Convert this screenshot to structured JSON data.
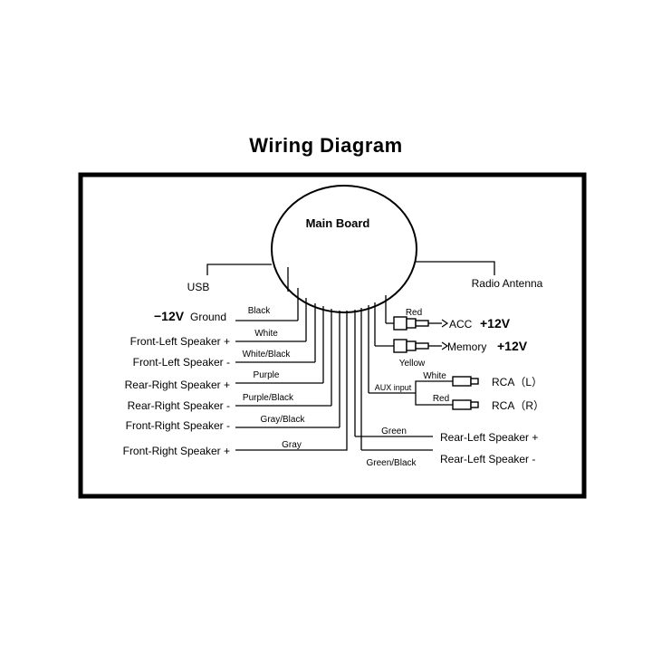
{
  "title": "Wiring Diagram",
  "main_board": "Main Board",
  "usb": "USB",
  "radio_antenna": "Radio Antenna",
  "ground": {
    "voltage": "−12V",
    "label": "Ground",
    "wire": "Black"
  },
  "left_wires": [
    {
      "label": "Front-Left Speaker +",
      "wire": "White"
    },
    {
      "label": "Front-Left Speaker  -",
      "wire": "White/Black"
    },
    {
      "label": "Rear-Right Speaker +",
      "wire": "Purple"
    },
    {
      "label": "Rear-Right Speaker  -",
      "wire": "Purple/Black"
    },
    {
      "label": "Front-Right Speaker  -",
      "wire": "Gray/Black"
    },
    {
      "label": "Front-Right Speaker +",
      "wire": "Gray"
    }
  ],
  "acc": {
    "wire": "Red",
    "label": "ACC",
    "voltage": "+12V"
  },
  "memory": {
    "wire": "Yellow",
    "label": "Memory",
    "voltage": "+12V"
  },
  "aux": {
    "label": "AUX input",
    "left": {
      "wire": "White",
      "label": "RCA（L）"
    },
    "right": {
      "wire": "Red",
      "label": "RCA（R）"
    }
  },
  "rear_left": [
    {
      "label": "Rear-Left Speaker +",
      "wire": "Green"
    },
    {
      "label": "Rear-Left Speaker  -",
      "wire": "Green/Black"
    }
  ]
}
